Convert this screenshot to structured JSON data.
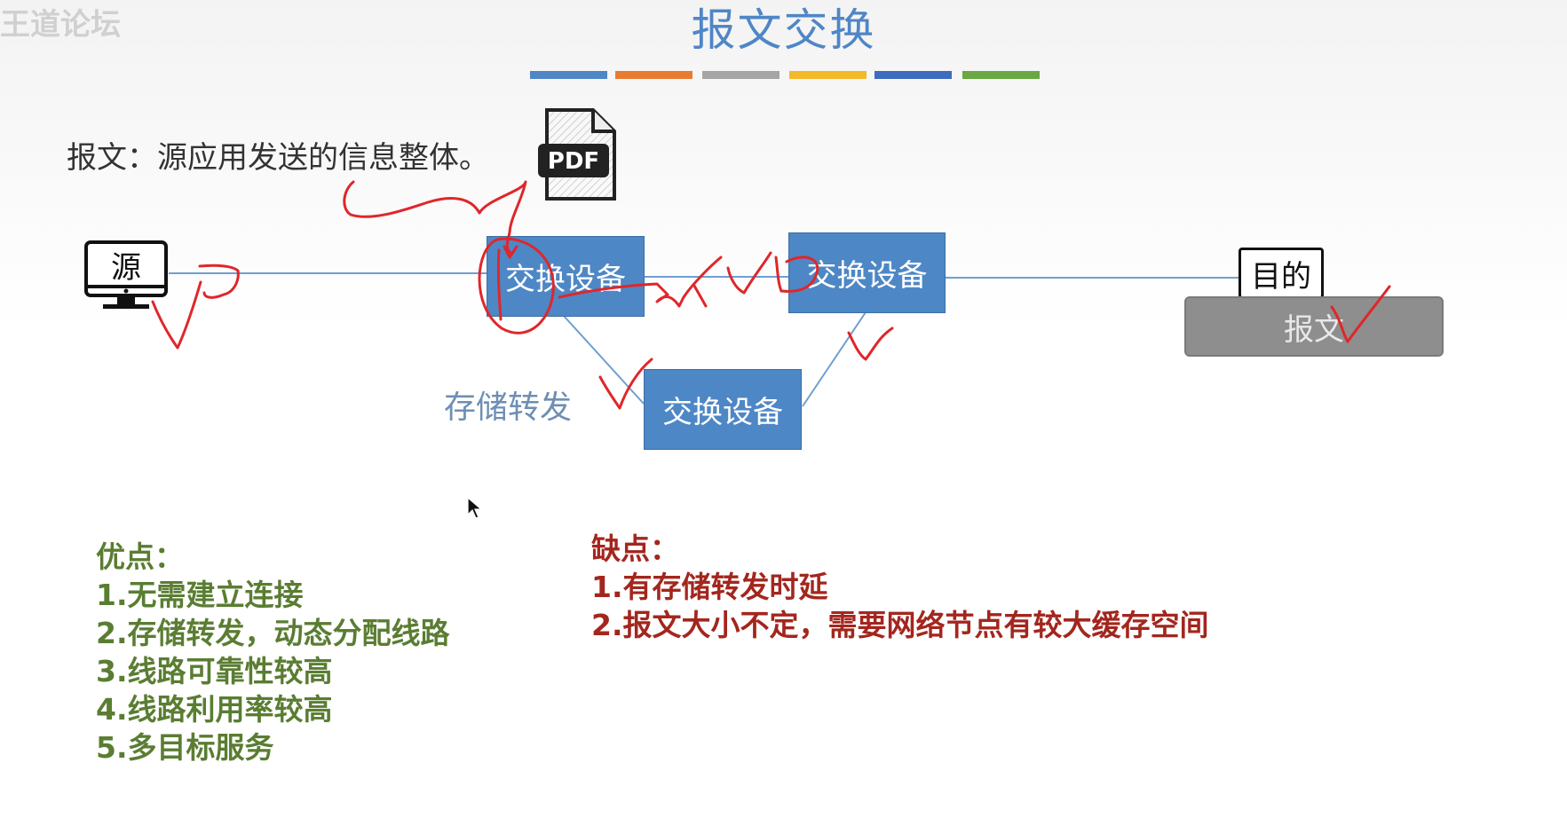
{
  "watermark": "王道论坛",
  "top_caption": "",
  "title": "报文交换",
  "color_bars": [
    "#4f86c6",
    "#e77c31",
    "#a5a5a5",
    "#f3b92a",
    "#3f6cbf",
    "#6aa842"
  ],
  "definition": "报文：源应用发送的信息整体。",
  "pdf_icon": {
    "label": "PDF"
  },
  "nodes": {
    "source": "源",
    "switch1": "交换设备",
    "switch2": "交换设备",
    "switch3": "交换设备",
    "destination": "目的",
    "message": "报文"
  },
  "store_forward_label": "存储转发",
  "advantages": {
    "heading": "优点：",
    "items": [
      "1.无需建立连接",
      "2.存储转发，动态分配线路",
      "3.线路可靠性较高",
      "4.线路利用率较高",
      "5.多目标服务"
    ]
  },
  "disadvantages": {
    "heading": "缺点：",
    "items": [
      "1.有存储转发时延",
      "2.报文大小不定，需要网络节点有较大缓存空间"
    ]
  },
  "colors": {
    "title": "#4f86c6",
    "device": "#4e87c5",
    "advantages": "#5a7d32",
    "disadvantages": "#a3261e",
    "annotation": "#e0262a"
  }
}
